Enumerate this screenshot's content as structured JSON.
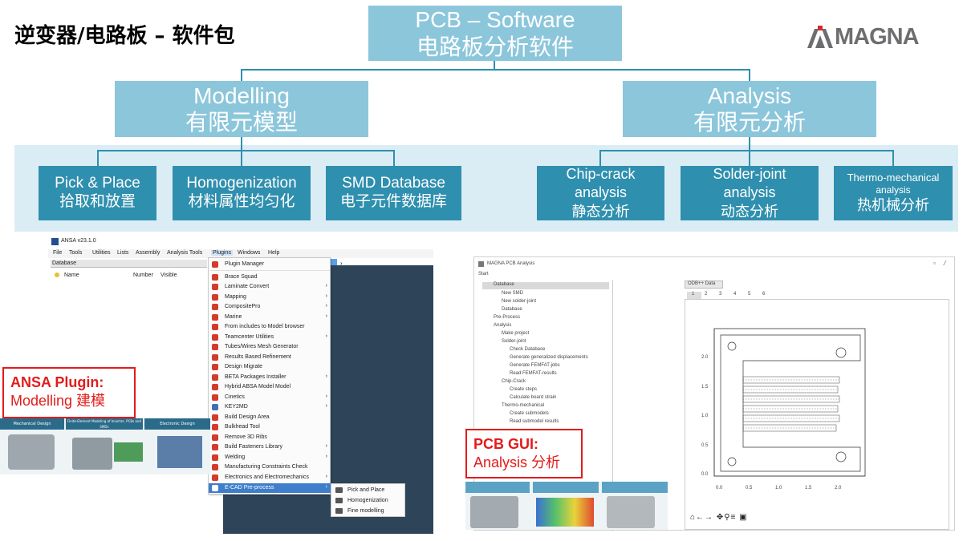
{
  "header": {
    "title": "逆变器/电路板 – 软件包",
    "logo_text": "MAGNA"
  },
  "top": {
    "line1": "PCB – Software",
    "line2": "电路板分析软件"
  },
  "modelling": {
    "line1": "Modelling",
    "line2": "有限元模型",
    "children": [
      {
        "l1": "Pick & Place",
        "l2": "拾取和放置"
      },
      {
        "l1": "Homogenization",
        "l2": "材料属性均匀化"
      },
      {
        "l1": "SMD Database",
        "l2": "电子元件数据库"
      }
    ]
  },
  "analysis": {
    "line1": "Analysis",
    "line2": "有限元分析",
    "children": [
      {
        "l1": "Chip-crack",
        "l2": "analysis",
        "l3": "静态分析"
      },
      {
        "l1": "Solder-joint",
        "l2": "analysis",
        "l3": "动态分析"
      },
      {
        "l1": "Thermo-mechanical",
        "l2": "analysis",
        "l3": "热机械分析"
      }
    ]
  },
  "ansa": {
    "window_title": "ANSA v23.1.0",
    "menubar": [
      "File",
      "Tools",
      "Utilities",
      "Lists",
      "Assembly",
      "Analysis Tools",
      "Plugins",
      "Windows",
      "Help"
    ],
    "db_header": "Database",
    "columns": [
      "Name",
      "Number",
      "Visible"
    ],
    "menu_items": [
      "Plugin Manager",
      "Brace Squad",
      "Laminate Convert",
      "Mapping",
      "CompositePro",
      "Marine",
      "From includes to Model browser",
      "Teamcenter Utilities",
      "Tubes/Wires Mesh Generator",
      "Results Based Refinement",
      "Design Migrate",
      "BETA Packages Installer",
      "Hybrid ABSA Model Model",
      "Cinetics",
      "KEY2MD",
      "Build Design Area",
      "Bulkhead Tool",
      "Remove 3D Ribs",
      "Build Fasteners Library",
      "Welding",
      "Manufacturing Constraints Check",
      "Electronics and Electromechanics",
      "E-CAD Pre-process"
    ],
    "submenu": [
      "Pick and Place",
      "Homogenization",
      "Fine modelling"
    ],
    "callout_line1": "ANSA Plugin:",
    "callout_line2": "Modelling 建模",
    "thumb_labels": [
      "Mechanical Design",
      "Finite-Element Modeling of Inverter, PCBs and SMDs",
      "Electronic Design"
    ]
  },
  "gui": {
    "window_title": "MAGNA PCB Analysis",
    "menu": "Start",
    "tree": [
      "Database",
      "New SMD",
      "New solder-joint",
      "Database",
      "Pre-Process",
      "Analysis",
      "Make project",
      "Solder-joint",
      "Check Database",
      "Generate generalized displacements",
      "Generate FEMFAT-jobs",
      "Read FEMFAT-results",
      "Chip-Crack",
      "Create steps",
      "Calculate board strain",
      "Thermo-mechanical",
      "Create submodels",
      "Read submodel results"
    ],
    "tab": "ODB++ Data",
    "subtabs": [
      "1",
      "2",
      "3",
      "4",
      "5",
      "6"
    ],
    "yticks": [
      "2.0",
      "1.5",
      "1.0",
      "0.5",
      "0.0"
    ],
    "xticks": [
      "0.0",
      "0.5",
      "1.0",
      "1.5",
      "2.0"
    ],
    "toolbar_icons": [
      "home-icon",
      "back-icon",
      "forward-icon",
      "pan-icon",
      "zoom-icon",
      "settings-icon",
      "save-icon"
    ],
    "callout_line1": "PCB GUI:",
    "callout_line2": "Analysis 分析"
  }
}
